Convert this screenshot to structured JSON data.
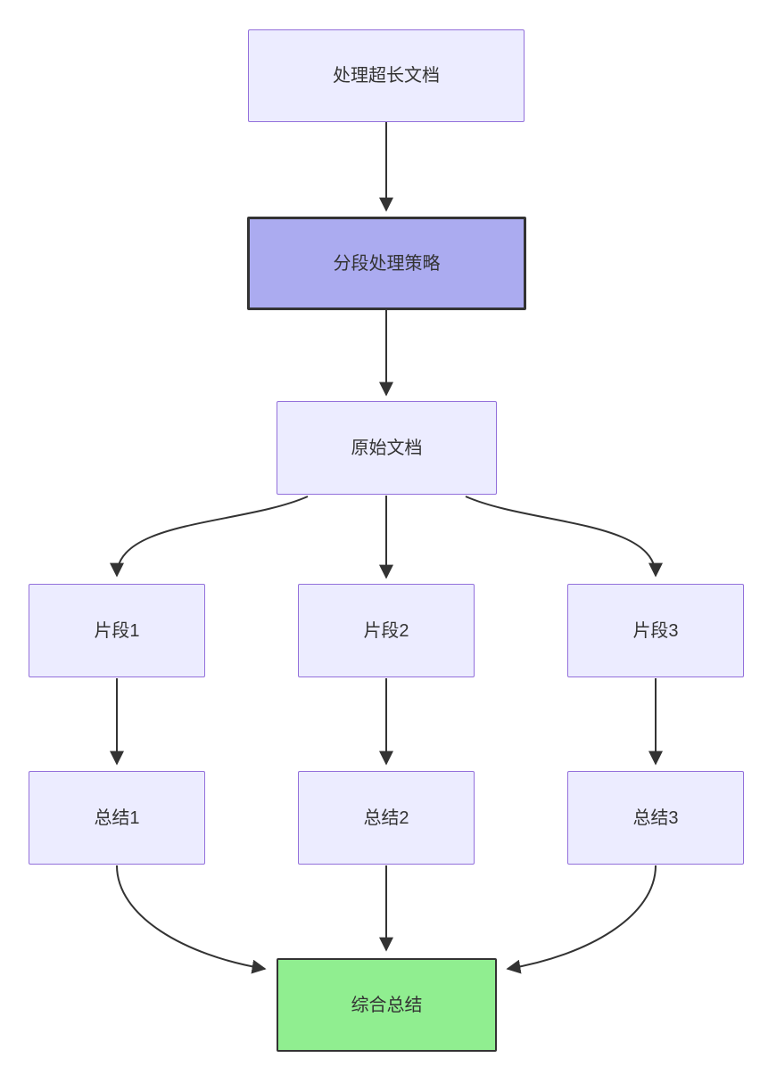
{
  "diagram": {
    "type": "flowchart",
    "direction": "top-down",
    "nodes": [
      {
        "id": "A",
        "label": "处理超长文档",
        "kind": "default"
      },
      {
        "id": "B",
        "label": "分段处理策略",
        "kind": "strategy"
      },
      {
        "id": "C",
        "label": "原始文档",
        "kind": "default"
      },
      {
        "id": "D1",
        "label": "片段1",
        "kind": "default"
      },
      {
        "id": "D2",
        "label": "片段2",
        "kind": "default"
      },
      {
        "id": "D3",
        "label": "片段3",
        "kind": "default"
      },
      {
        "id": "E1",
        "label": "总结1",
        "kind": "default"
      },
      {
        "id": "E2",
        "label": "总结2",
        "kind": "default"
      },
      {
        "id": "E3",
        "label": "总结3",
        "kind": "default"
      },
      {
        "id": "F",
        "label": "综合总结",
        "kind": "result"
      }
    ],
    "edges": [
      {
        "from": "A",
        "to": "B"
      },
      {
        "from": "B",
        "to": "C"
      },
      {
        "from": "C",
        "to": "D1"
      },
      {
        "from": "C",
        "to": "D2"
      },
      {
        "from": "C",
        "to": "D3"
      },
      {
        "from": "D1",
        "to": "E1"
      },
      {
        "from": "D2",
        "to": "E2"
      },
      {
        "from": "D3",
        "to": "E3"
      },
      {
        "from": "E1",
        "to": "F"
      },
      {
        "from": "E2",
        "to": "F"
      },
      {
        "from": "E3",
        "to": "F"
      }
    ],
    "colors": {
      "node_fill": "#ECECFF",
      "node_border": "#9370DB",
      "strategy_fill": "#ABABF0",
      "strategy_border": "#333333",
      "result_fill": "#90EE90",
      "result_border": "#333333",
      "edge": "#333333",
      "text": "#333333"
    }
  }
}
